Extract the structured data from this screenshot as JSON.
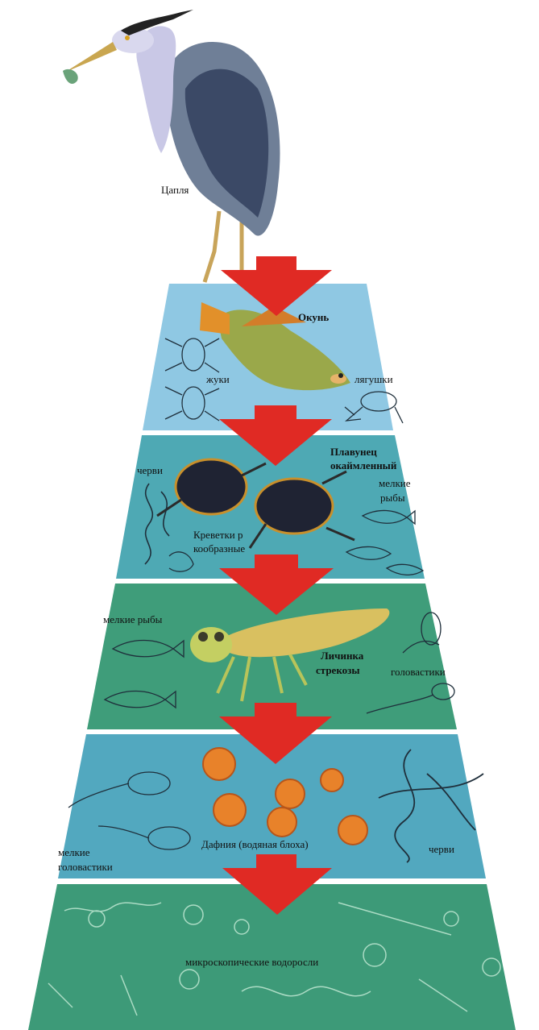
{
  "labels": {
    "heron": "Цапля",
    "perch": "Окунь",
    "beetles": "жуки",
    "frogs": "лягушки",
    "diving_beetle_1": "Плавунец",
    "diving_beetle_2": "окаймленный",
    "worms_top": "черви",
    "small_fish_right_1": "мелкие",
    "small_fish_right_2": "рыбы",
    "shrimp_1": "Креветки р",
    "shrimp_2": "кообразные",
    "small_fish_left": "мелкие рыбы",
    "dragonfly_1": "Личинка",
    "dragonfly_2": "стрекозы",
    "tadpoles_right": "головастики",
    "small_tadpoles_1": "мелкие",
    "small_tadpoles_2": "головастики",
    "daphnia": "Дафния (водяная блоха)",
    "worms_bottom": "черви",
    "algae": "микроскопические водоросли"
  },
  "colors": {
    "arrow": "#e02a24",
    "tier_light_blue": "#8fc8e3",
    "tier_teal": "#4ea9b4",
    "tier_green": "#3f9d7a",
    "tier_blue": "#52a8bf",
    "tier_bottom_green": "#3d9a78",
    "heron_body": "#6f7f97"
  }
}
